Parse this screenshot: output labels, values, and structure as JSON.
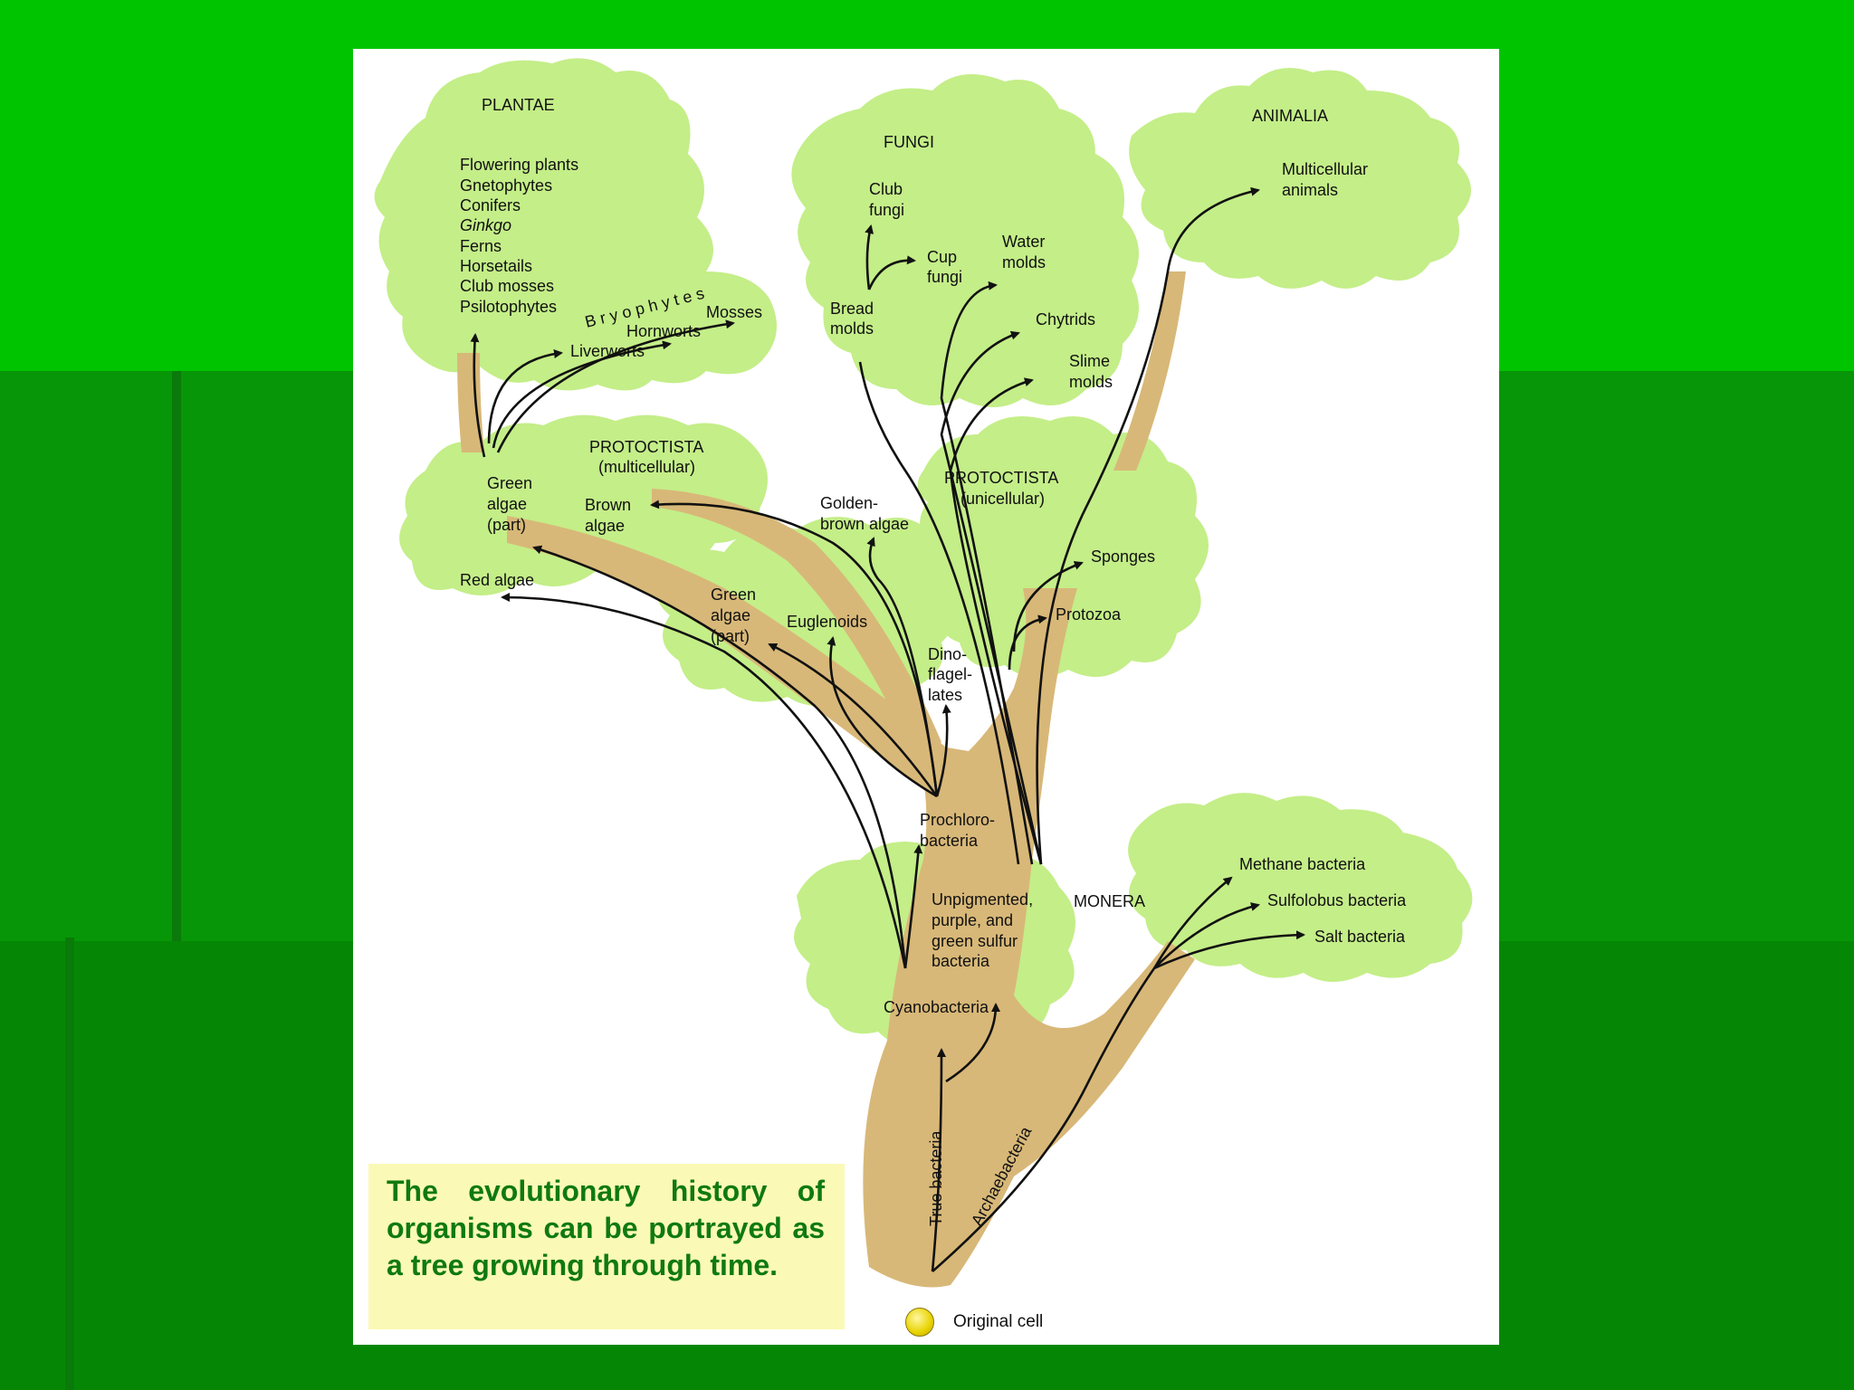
{
  "background": {
    "top": "#00c400",
    "middle": "#079607",
    "bottom": "#058705"
  },
  "colors": {
    "foliage": "#c4ee88",
    "trunk": "#d8b878",
    "caption_bg": "#fbf9b6",
    "caption_text": "#0f7a0f",
    "arrows": "#111111"
  },
  "kingdoms": {
    "plantae": "PLANTAE",
    "fungi": "FUNGI",
    "animalia": "ANIMALIA",
    "protoctista_multi": "PROTOCTISTA",
    "protoctista_multi_sub": "(multicellular)",
    "protoctista_uni": "PROTOCTISTA",
    "protoctista_uni_sub": "(unicellular)",
    "monera": "MONERA"
  },
  "plantae_list": [
    "Flowering plants",
    "Gnetophytes",
    "Conifers",
    "Ginkgo",
    "Ferns",
    "Horsetails",
    "Club mosses",
    "Psilotophytes"
  ],
  "labels": {
    "bryophytes": "Bryophytes",
    "liverworts": "Liverworts",
    "hornworts": "Hornworts",
    "mosses": "Mosses",
    "green_algae_1": [
      "Green",
      "algae",
      "(part)"
    ],
    "red_algae": "Red algae",
    "brown_algae": [
      "Brown",
      "algae"
    ],
    "golden_brown": [
      "Golden-",
      "brown algae"
    ],
    "green_algae_2": [
      "Green",
      "algae",
      "(part)"
    ],
    "euglenoids": "Euglenoids",
    "dinoflagellates": [
      "Dino-",
      "flagel-",
      "lates"
    ],
    "club_fungi": [
      "Club",
      "fungi"
    ],
    "cup_fungi": [
      "Cup",
      "fungi"
    ],
    "bread_molds": [
      "Bread",
      "molds"
    ],
    "water_molds": [
      "Water",
      "molds"
    ],
    "chytrids": "Chytrids",
    "slime_molds": [
      "Slime",
      "molds"
    ],
    "multicellular_animals": [
      "Multicellular",
      "animals"
    ],
    "sponges": "Sponges",
    "protozoa": "Protozoa",
    "prochlorobacteria": [
      "Prochloro-",
      "bacteria"
    ],
    "unpigmented": [
      "Unpigmented,",
      "purple, and",
      "green sulfur",
      "bacteria"
    ],
    "cyanobacteria": "Cyanobacteria",
    "methane": "Methane bacteria",
    "sulfolobus": "Sulfolobus bacteria",
    "salt": "Salt bacteria",
    "true_bacteria": "True bacteria",
    "archaebacteria": "Archaebacteria"
  },
  "caption": "The evolutionary history of organisms can be portrayed as a tree growing through time.",
  "original_cell": "Original cell"
}
